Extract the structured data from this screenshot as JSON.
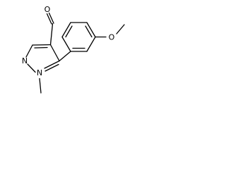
{
  "molecule": {
    "atoms": {
      "aldehyde_oxygen": "O",
      "ring_nitrogen_2": "N",
      "ring_nitrogen_1": "N",
      "methoxy_oxygen": "O"
    }
  }
}
